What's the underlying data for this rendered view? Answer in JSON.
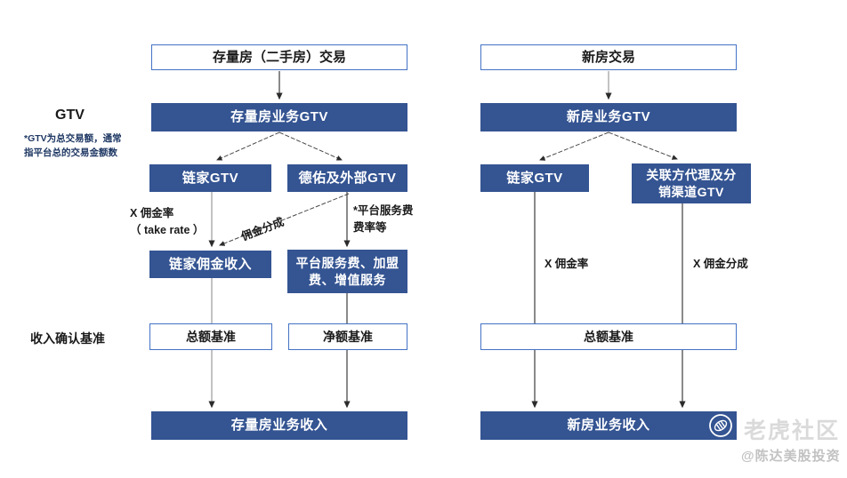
{
  "colors": {
    "box_blue": "#345492",
    "box_border_blue": "#4472C4",
    "note_navy": "#1F3864",
    "line_dark": "#404040",
    "line_gray": "#9b9b9b",
    "watermark_gray": "#dadada"
  },
  "side_labels": {
    "gtv_title": "GTV",
    "gtv_note_line1": "*GTV为总交易额，通常",
    "gtv_note_line2": "指平台总的交易金额数",
    "revenue_basis": "收入确认基准"
  },
  "left_flow": {
    "top": "存量房（二手房）交易",
    "gtv": "存量房业务GTV",
    "lianjia_gtv": "链家GTV",
    "deyou_gtv": "德佑及外部GTV",
    "lianjia_commission": "链家佣金收入",
    "platform_fee_line1": "平台服务费、加盟",
    "platform_fee_line2": "费、增值服务",
    "gross_basis": "总额基准",
    "net_basis": "净额基准",
    "revenue": "存量房业务收入",
    "label_take_rate_line1": "X 佣金率",
    "label_take_rate_line2": "（ take rate ）",
    "label_commission_split": "佣金分成",
    "label_platform_fee_line1": "*平台服务费",
    "label_platform_fee_line2": "费率等"
  },
  "right_flow": {
    "top": "新房交易",
    "gtv": "新房业务GTV",
    "lianjia_gtv": "链家GTV",
    "related_gtv_line1": "关联方代理及分",
    "related_gtv_line2": "销渠道GTV",
    "label_take_rate": "X 佣金率",
    "label_commission_split": "X 佣金分成",
    "gross_basis": "总额基准",
    "revenue": "新房业务收入"
  },
  "watermark": {
    "community": "老虎社区",
    "handle": "@陈达美股投资"
  }
}
